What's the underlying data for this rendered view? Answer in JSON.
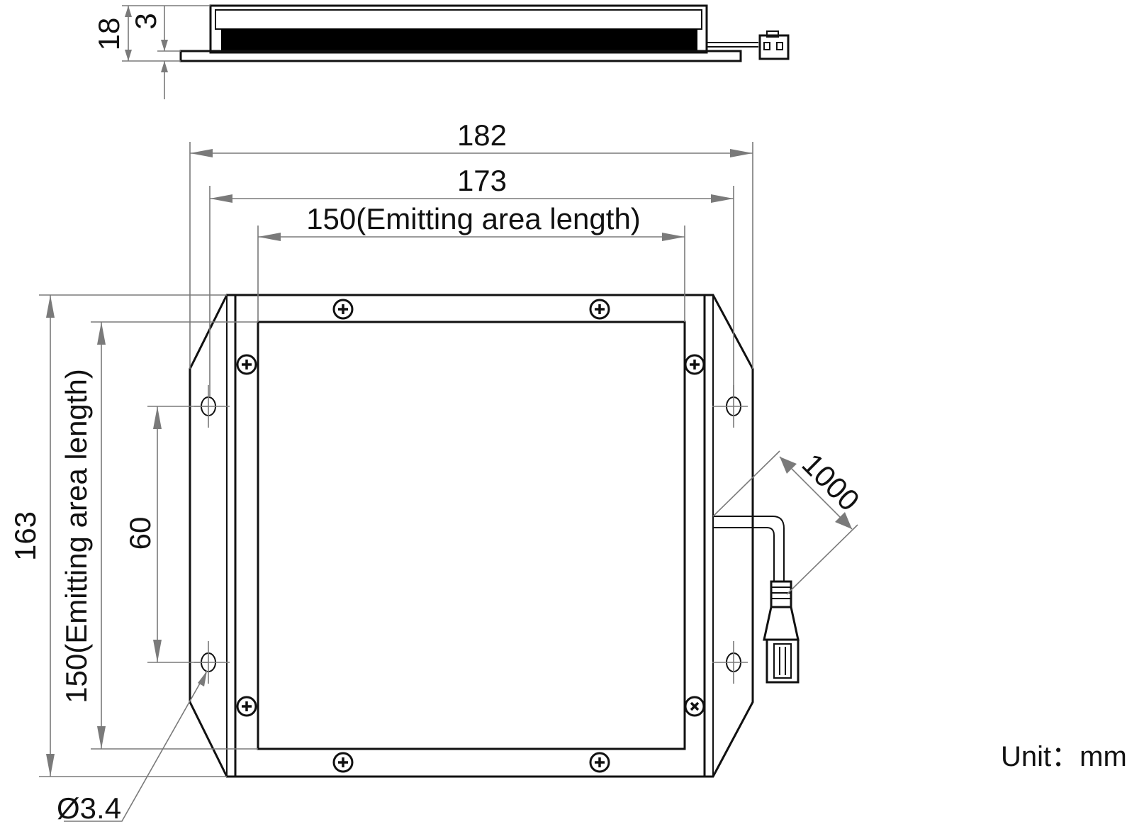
{
  "dimensions": {
    "overall_width": "182",
    "frame_width": "173",
    "emitting_length_h": "150(Emitting area length)",
    "overall_height": "163",
    "emitting_length_v": "150(Emitting area length)",
    "hole_spacing": "60",
    "hole_diameter": "Ø3.4",
    "cable_length": "1000",
    "side_height": "18",
    "side_step": "3"
  },
  "unit_label": "Unit：mm",
  "colors": {
    "line": "#111111",
    "dimension_line": "#7a7a7a",
    "background": "#ffffff",
    "side_view_fill": "#000000"
  }
}
